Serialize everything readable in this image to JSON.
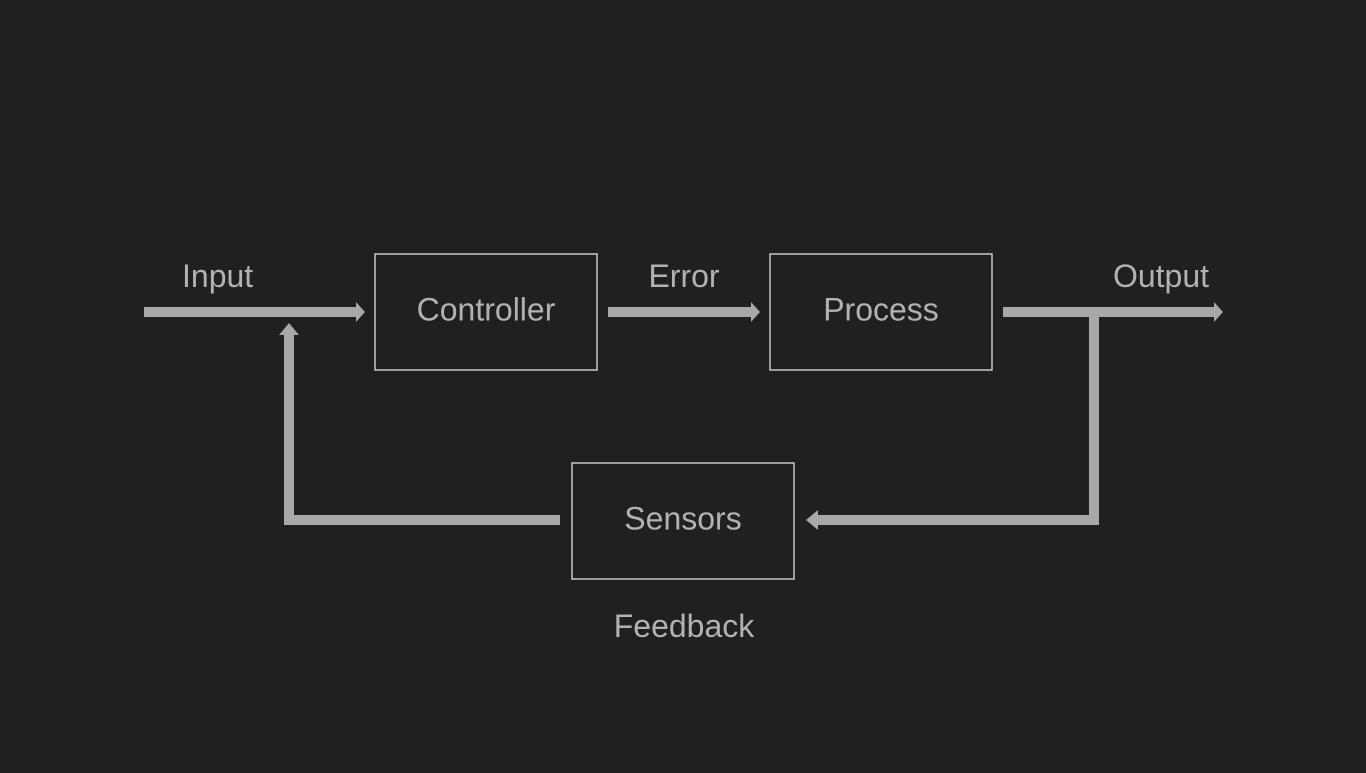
{
  "diagram": {
    "nodes": {
      "controller": "Controller",
      "process": "Process",
      "sensors": "Sensors"
    },
    "labels": {
      "input": "Input",
      "error": "Error",
      "output": "Output",
      "feedback": "Feedback"
    },
    "colors": {
      "background": "#202020",
      "arrow": "#a8a8a8",
      "box_border": "#c8c8c8",
      "text": "#b2b2b2"
    }
  }
}
